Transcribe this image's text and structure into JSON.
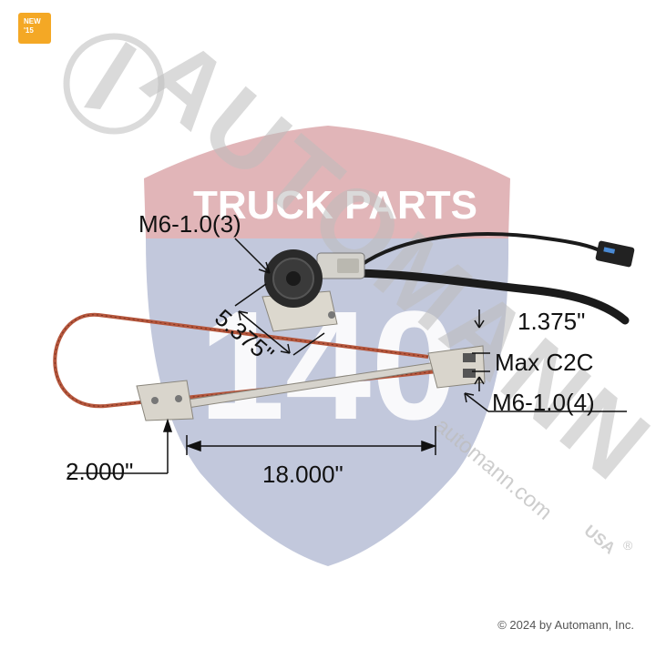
{
  "badge": {
    "line1": "NEW",
    "line2": "'15"
  },
  "watermark": {
    "wordmark": "AUTOMANN",
    "usa": "USA",
    "registered": "®",
    "url": "automann.com",
    "banner_text": "TRUCK PARTS",
    "shield_number": "140"
  },
  "labels": {
    "thread_top": "M6-1.0(3)",
    "thread_bottom": "M6-1.0(4)",
    "diag_dim": "5.375\"",
    "c2c_value": "1.375\"",
    "c2c_label": "Max C2C",
    "width_dim": "18.000\"",
    "offset_dim": "2.000\""
  },
  "footer": {
    "copyright": "© 2024 by Automann, Inc."
  },
  "colors": {
    "badge": "#f4a825",
    "banner": "#d9a3a6",
    "shield": "#aeb6d0",
    "watermark_gray": "#bdbdbd",
    "cable": "#b5563c"
  }
}
